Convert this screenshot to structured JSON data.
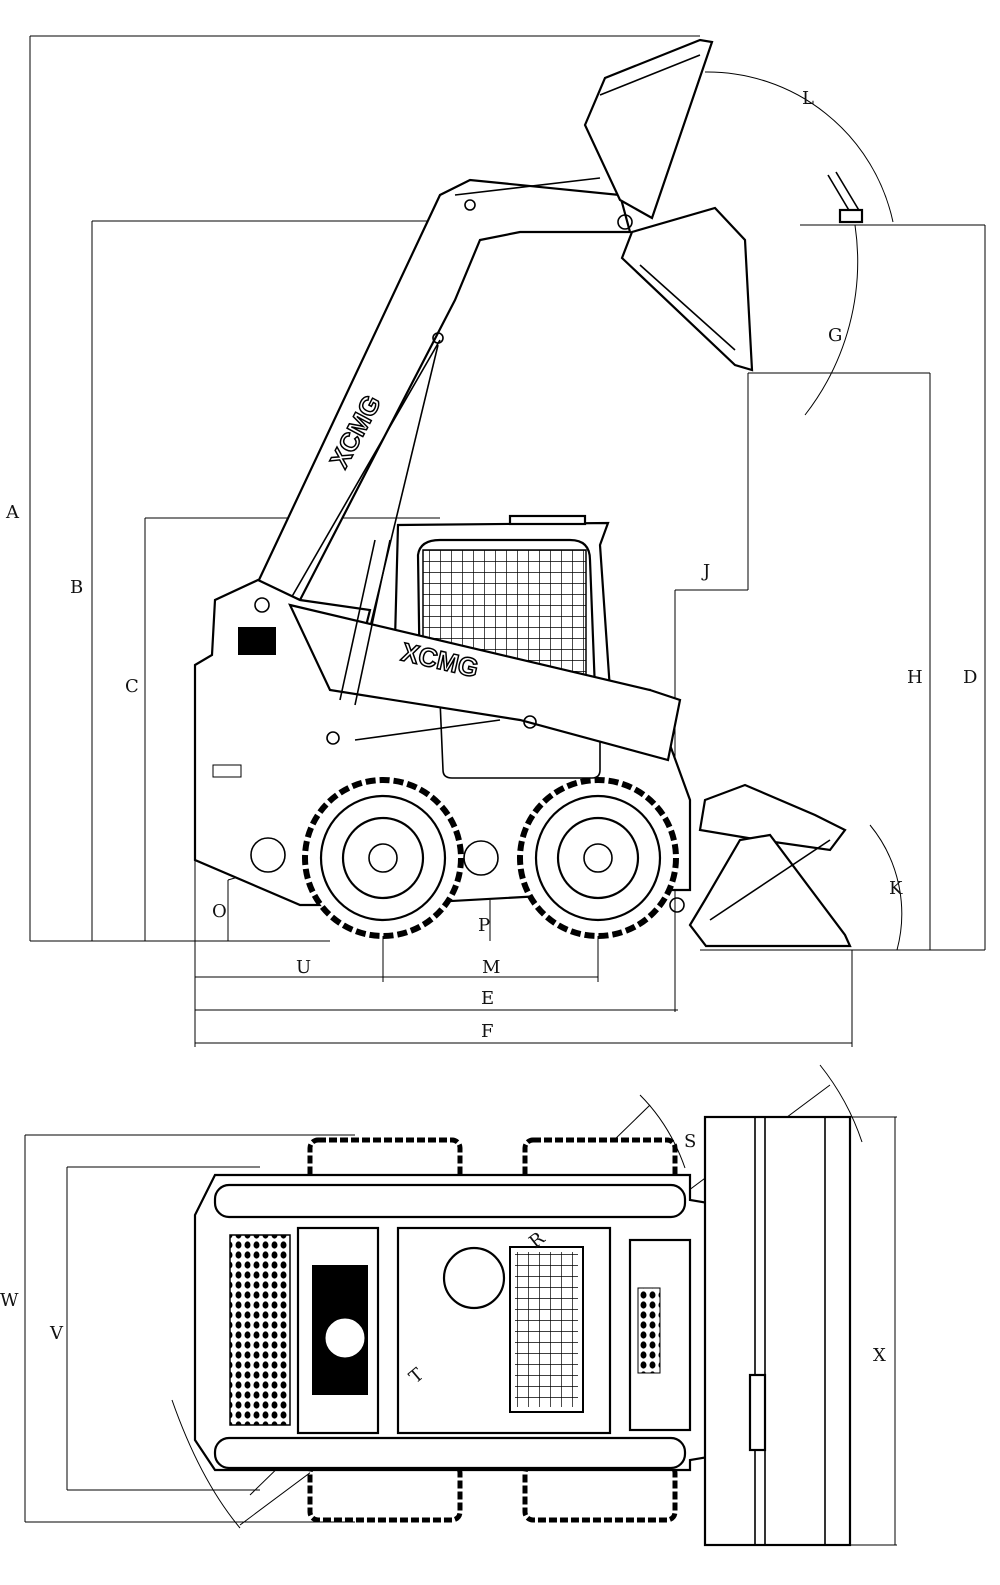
{
  "title": "Skid steer loader dimension diagram",
  "brand": "XCMG",
  "side_view_labels": {
    "A": "A",
    "B": "B",
    "C": "C",
    "D": "D",
    "E": "E",
    "F": "F",
    "G": "G",
    "H": "H",
    "J": "J",
    "K": "K",
    "L": "L",
    "M": "M",
    "O": "O",
    "P": "P",
    "U": "U"
  },
  "top_view_labels": {
    "R": "R",
    "S": "S",
    "T": "T",
    "V": "V",
    "W": "W",
    "X": "X"
  }
}
